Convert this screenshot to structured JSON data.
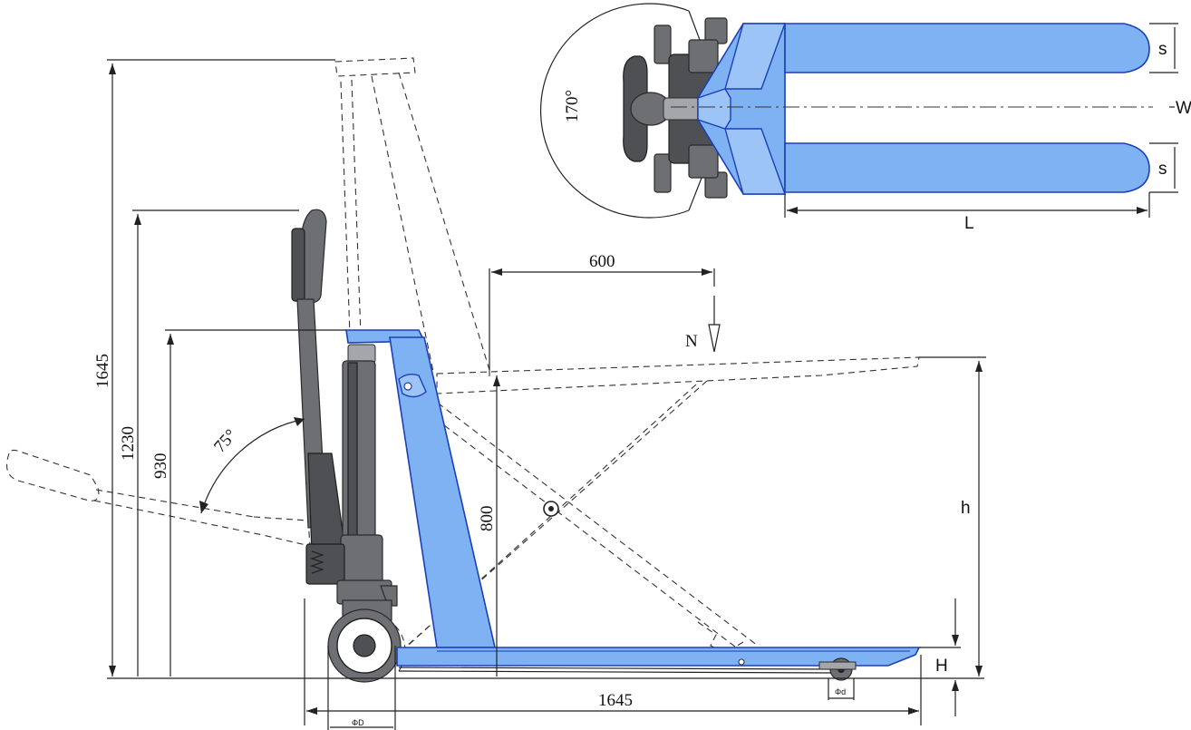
{
  "dimensions": {
    "total_height": "1645",
    "handle_height": "1230",
    "platform_height": "930",
    "fork_length": "1645",
    "load_center": "600",
    "lift_height_label": "800",
    "handle_angle": "75°",
    "steer_angle": "170°"
  },
  "symbols": {
    "load": "N",
    "lift_height": "h",
    "lowered_height": "H",
    "fork_width": "s",
    "fork_width_2": "s",
    "overall_width": "W",
    "fork_length": "L",
    "steer_wheel_dia": "ΦD",
    "load_wheel_dia": "Φd"
  },
  "colors": {
    "fork_fill": "#7fb2f2",
    "fork_edge": "#1b3fb8",
    "frame_grey": "#6d6f73"
  }
}
